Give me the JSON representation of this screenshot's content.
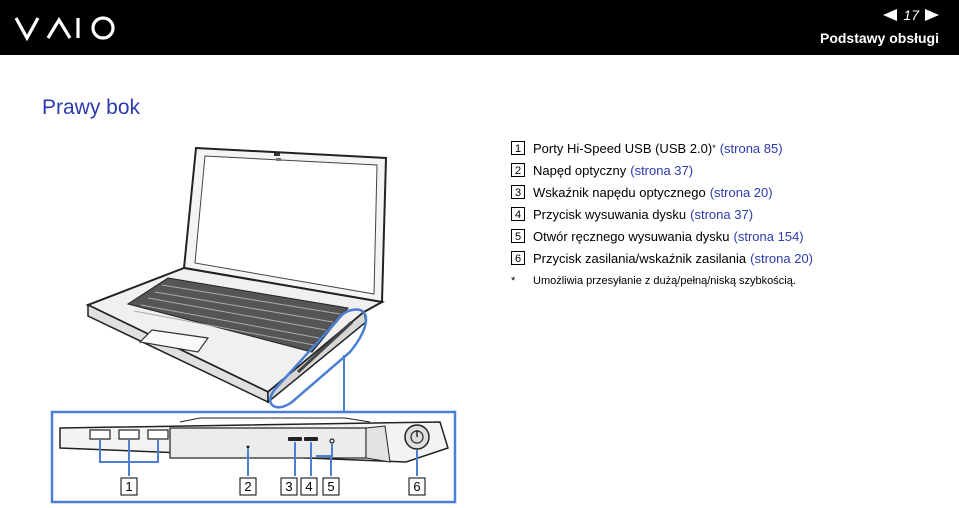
{
  "header": {
    "page_number": "17",
    "section_title": "Podstawy obsługi"
  },
  "page": {
    "title": "Prawy bok"
  },
  "legend": [
    {
      "num": "1",
      "text": "Porty Hi-Speed USB (USB 2.0)",
      "sup": "*",
      "link": "(strona 85)"
    },
    {
      "num": "2",
      "text": "Napęd optyczny",
      "link": "(strona 37)"
    },
    {
      "num": "3",
      "text": "Wskaźnik napędu optycznego",
      "link": "(strona 20)"
    },
    {
      "num": "4",
      "text": "Przycisk wysuwania dysku",
      "link": "(strona 37)"
    },
    {
      "num": "5",
      "text": "Otwór ręcznego wysuwania dysku",
      "link": "(strona 154)"
    },
    {
      "num": "6",
      "text": "Przycisk zasilania/wskaźnik zasilania",
      "link": "(strona 20)"
    }
  ],
  "footnote": {
    "marker": "*",
    "text": "Umożliwia przesyłanie z dużą/pełną/niską szybkością."
  },
  "callouts": [
    "1",
    "2",
    "3",
    "4",
    "5",
    "6"
  ],
  "colors": {
    "header_bg": "#000000",
    "link_blue": "#2c3bad",
    "highlight_blue": "#4a7fd4"
  },
  "icons": {
    "logo": "vaio-logo",
    "prev": "prev-page-arrow",
    "next": "next-page-arrow",
    "power": "power-icon"
  }
}
